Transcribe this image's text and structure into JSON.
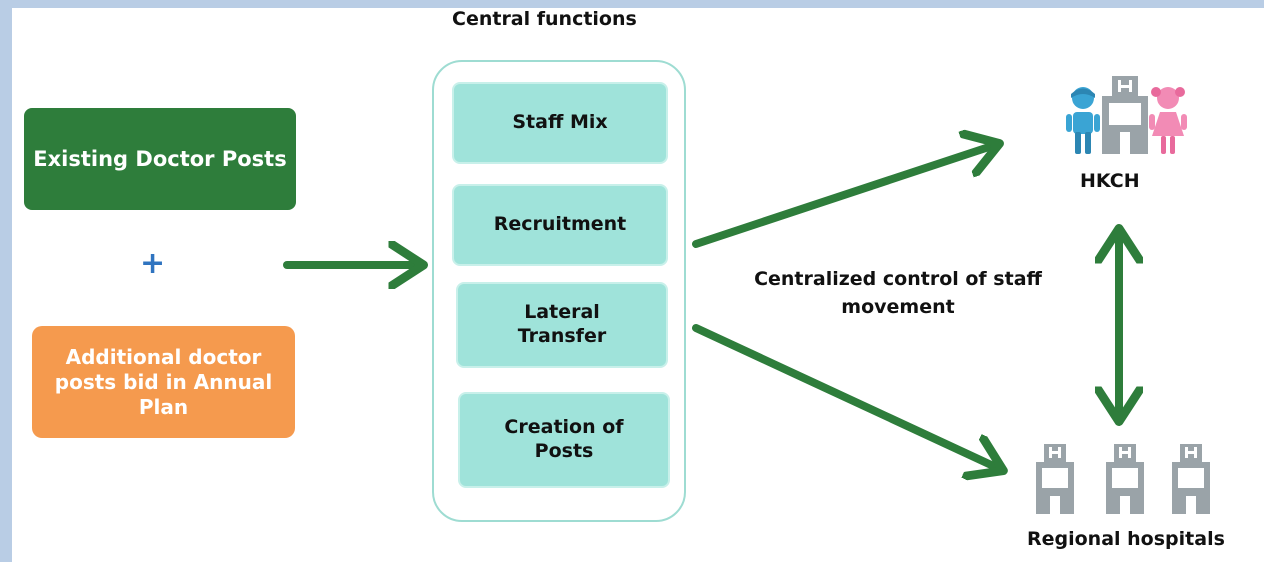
{
  "central": {
    "title": "Central functions",
    "functions": [
      "Staff Mix",
      "Recruitment",
      "Lateral Transfer",
      "Creation of Posts"
    ]
  },
  "inputs": {
    "existing": "Existing Doctor Posts",
    "plus": "+",
    "additional": "Additional doctor posts bid in Annual Plan"
  },
  "control_label": "Centralized control of staff movement",
  "targets": {
    "hkch": "HKCH",
    "regional": "Regional hospitals"
  },
  "colors": {
    "dark_green": "#2e7d3b",
    "orange": "#f59a4e",
    "teal": "#9fe3da",
    "arrow_green": "#2e7d3b",
    "blue_plus": "#2f74c0"
  },
  "icons": [
    "child-boy-icon",
    "hospital-icon",
    "child-girl-icon"
  ]
}
